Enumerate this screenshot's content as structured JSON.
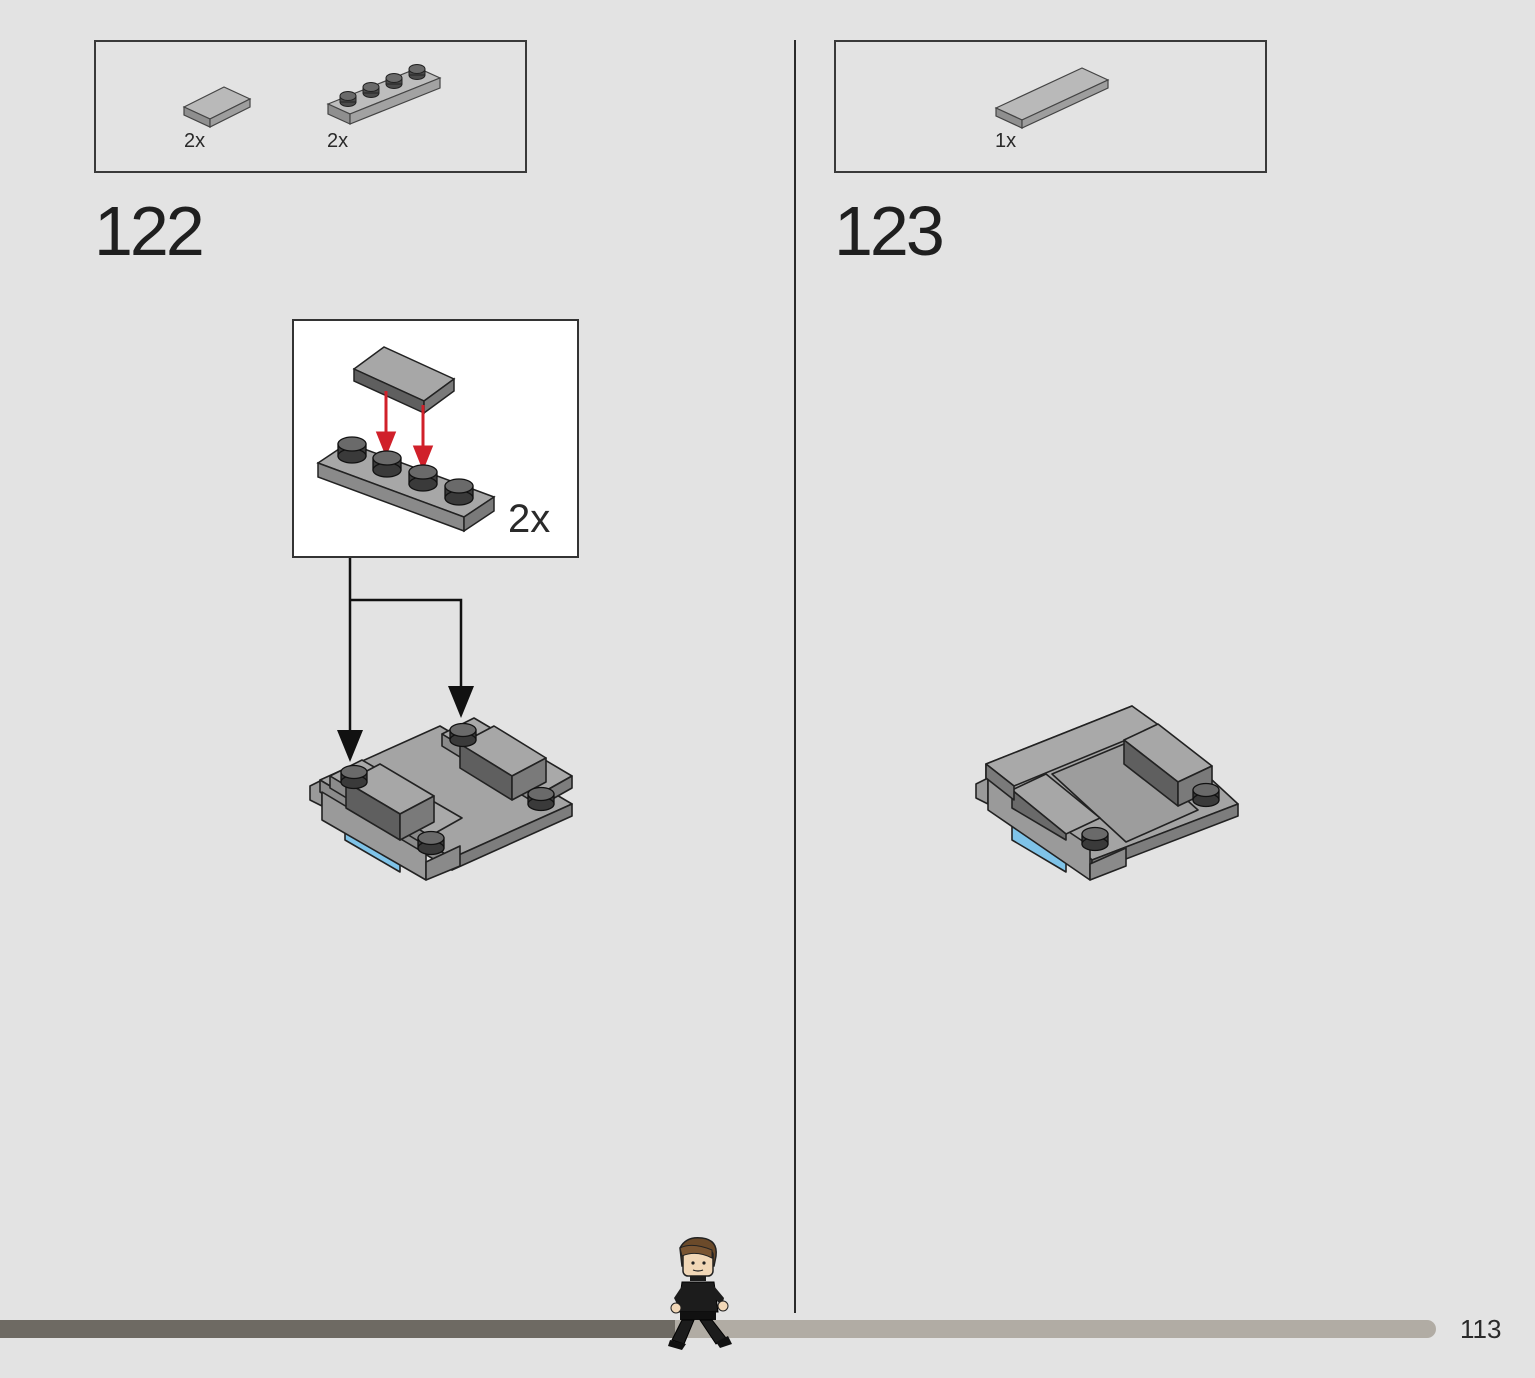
{
  "steps": [
    {
      "number": "122",
      "parts": [
        {
          "qty": "2x",
          "part": "tile-1x2",
          "color": "#a7a7a7"
        },
        {
          "qty": "2x",
          "part": "plate-1x4",
          "color": "#a7a7a7"
        }
      ],
      "callout": {
        "qty": "2x"
      }
    },
    {
      "number": "123",
      "parts": [
        {
          "qty": "1x",
          "part": "tile-1x4",
          "color": "#a7a7a7"
        }
      ]
    }
  ],
  "page": {
    "number": "113",
    "progress": 0.47
  },
  "colors": {
    "background": "#e3e3e3",
    "brick_gray": "#a7a7a7",
    "stud_dark": "#4a4a4a",
    "arrow_red": "#d0202a",
    "accent_blue": "#7fc3e8",
    "progress_dark": "#6e6a63",
    "progress_light": "#b1aca4"
  },
  "icons": [
    "minifigure-icon"
  ]
}
